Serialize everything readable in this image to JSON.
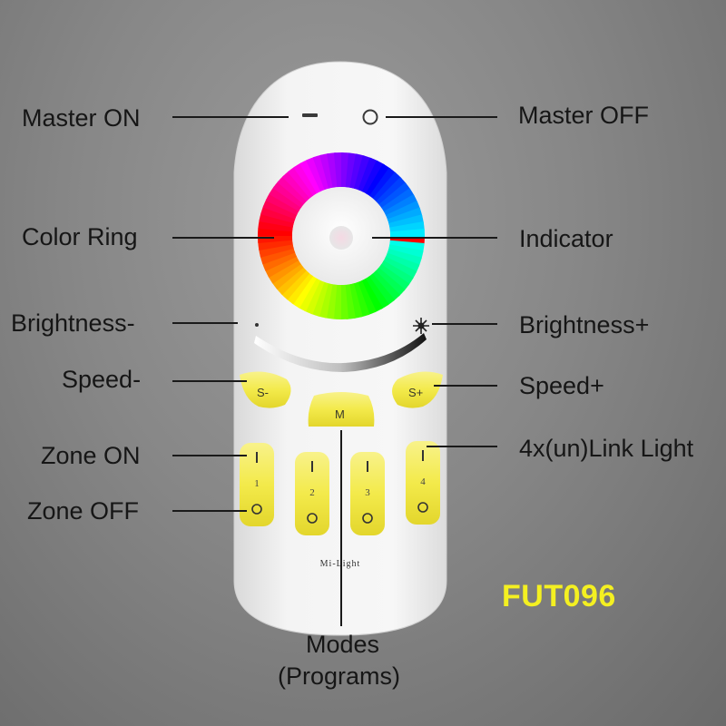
{
  "labels": {
    "master_on": "Master ON",
    "master_off": "Master OFF",
    "color_ring": "Color Ring",
    "indicator": "Indicator",
    "brightness_minus": "Brightness-",
    "brightness_plus": "Brightness+",
    "speed_minus": "Speed-",
    "speed_plus": "Speed+",
    "zone_on": "Zone ON",
    "zone_off": "Zone OFF",
    "link_light": "4x(un)Link Light",
    "modes_line1": "Modes",
    "modes_line2": "(Programs)"
  },
  "remote": {
    "brand": "Mi-Light",
    "buttons": {
      "speed_minus": "S-",
      "speed_plus": "S+",
      "mode": "M"
    },
    "zones": [
      "1",
      "2",
      "3",
      "4"
    ]
  },
  "model": "FUT096",
  "colors": {
    "button_yellow": "#f3ea4b",
    "model_text": "#f4f021"
  }
}
